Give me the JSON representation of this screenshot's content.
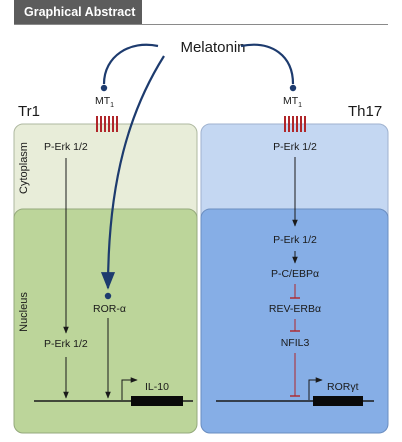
{
  "header": {
    "title": "Graphical Abstract"
  },
  "diagram": {
    "hormone": "Melatonin",
    "receptor_left": "MT",
    "receptor_right": "MT",
    "receptor_subscript": "1",
    "cell_left": "Tr1",
    "cell_right": "Th17",
    "compartment_cytoplasm": "Cytoplasm",
    "compartment_nucleus": "Nucleus",
    "left_pathway": {
      "perk_cytoplasm": "P-Erk 1/2",
      "ror_alpha": "ROR-α",
      "perk_nucleus": "P-Erk 1/2",
      "gene": "IL-10"
    },
    "right_pathway": {
      "perk_cytoplasm": "P-Erk 1/2",
      "perk_nucleus": "P-Erk 1/2",
      "pcebp": "P-C/EBPα",
      "reverb": "REV-ERBα",
      "nfil3": "NFIL3",
      "gene": "RORγt"
    },
    "colors": {
      "left_cytoplasm": "#e8edd9",
      "left_nucleus": "#bcd59a",
      "right_cytoplasm": "#c4d7f2",
      "right_nucleus": "#86aee6",
      "receptor": "#b0262a",
      "arrow_navy": "#1d3b6e",
      "inhibition": "#b0262a"
    }
  }
}
